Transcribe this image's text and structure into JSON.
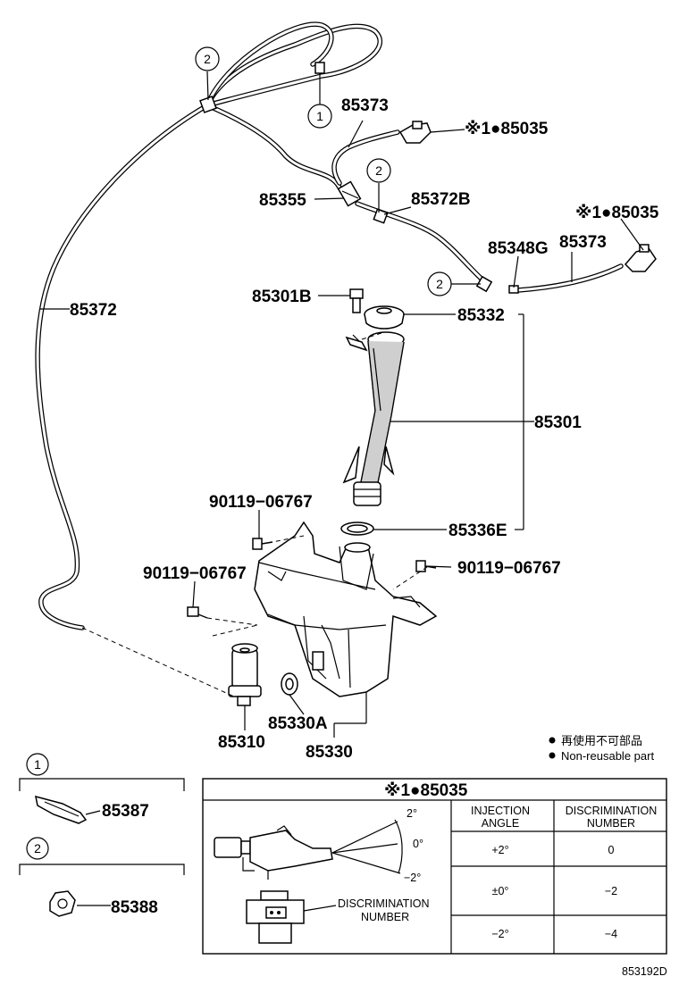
{
  "parts": {
    "p85373_top": "85373",
    "p85035_top": "※1●85035",
    "p85355": "85355",
    "p85372B": "85372B",
    "p85035_right": "※1●85035",
    "p85348G": "85348G",
    "p85373_right": "85373",
    "p85372": "85372",
    "p85301B": "85301B",
    "p85332": "85332",
    "p85301": "85301",
    "p90119_a": "90119−06767",
    "p85336E": "85336E",
    "p90119_b": "90119−06767",
    "p90119_c": "90119−06767",
    "p85330A": "85330A",
    "p85310": "85310",
    "p85330": "85330"
  },
  "callouts": {
    "c1": "1",
    "c2": "2"
  },
  "legend": {
    "jp": "再使用不可部品",
    "en": "Non-reusable part"
  },
  "inset_left": {
    "circle1": "1",
    "part1": "85387",
    "circle2": "2",
    "part2": "85388"
  },
  "inset_table": {
    "title": "※1●85035",
    "col1_line1": "INJECTION",
    "col1_line2": "ANGLE",
    "col2_line1": "DISCRIMINATION",
    "col2_line2": "NUMBER",
    "rows": [
      {
        "angle": "+2°",
        "number": "0"
      },
      {
        "angle": "±0°",
        "number": "−2"
      },
      {
        "angle": "−2°",
        "number": "−4"
      }
    ],
    "deg_plus": "2°",
    "deg_zero": "0°",
    "deg_minus": "−2°",
    "disc_line1": "DISCRIMINATION",
    "disc_line2": "NUMBER"
  },
  "diagram_code": "853192D"
}
